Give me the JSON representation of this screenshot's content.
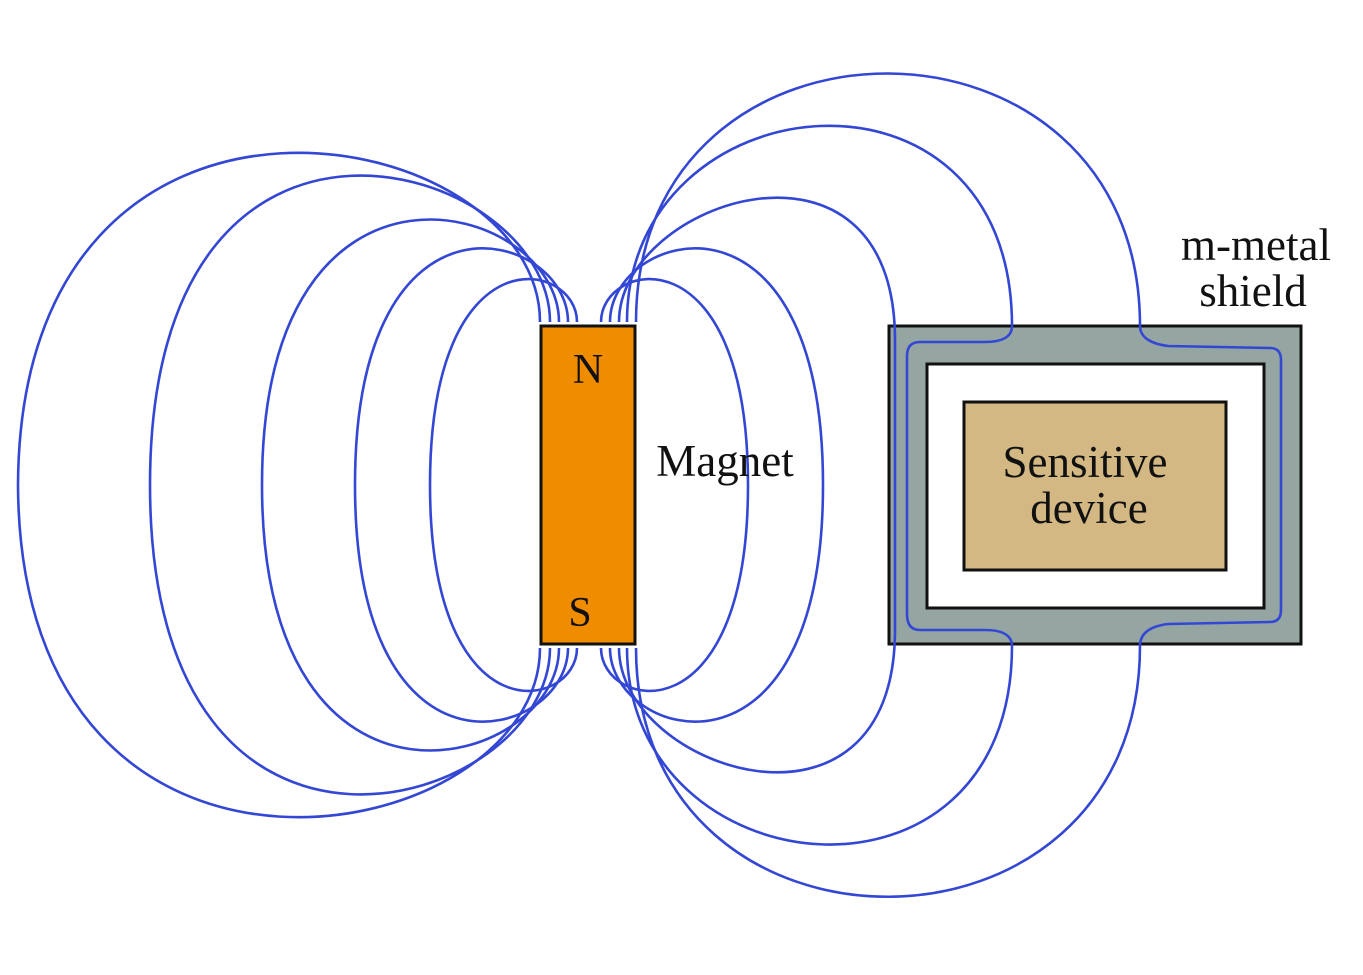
{
  "labels": {
    "north": "N",
    "south": "S",
    "magnet": "Magnet",
    "shield_line1": "m-metal",
    "shield_line2": "shield",
    "device_line1": "Sensitive",
    "device_line2": "device"
  },
  "colors": {
    "field_line": "#3347d4",
    "magnet_fill": "#f08c00",
    "shield_fill": "#95a5a2",
    "shield_gap": "#ffffff",
    "device_fill": "#d3b884",
    "outline": "#111111"
  }
}
